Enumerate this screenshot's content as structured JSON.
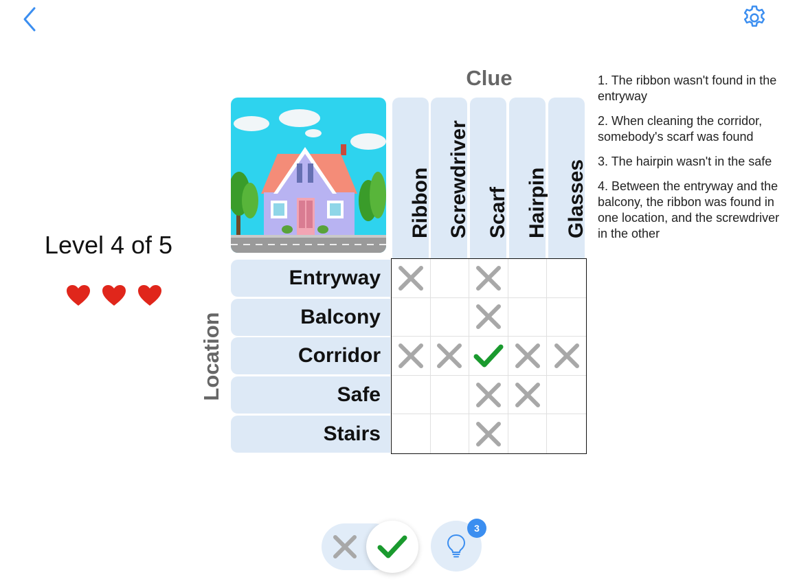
{
  "level": {
    "title": "Level 4 of 5",
    "lives": 3
  },
  "grid": {
    "column_header": "Clue",
    "row_header": "Location",
    "columns": [
      "Ribbon",
      "Screwdriver",
      "Scarf",
      "Hairpin",
      "Glasses"
    ],
    "rows": [
      "Entryway",
      "Balcony",
      "Corridor",
      "Safe",
      "Stairs"
    ],
    "cells": [
      [
        "x",
        "",
        "x",
        "",
        ""
      ],
      [
        "",
        "",
        "x",
        "",
        ""
      ],
      [
        "x",
        "x",
        "check",
        "x",
        "x"
      ],
      [
        "",
        "",
        "x",
        "x",
        ""
      ],
      [
        "",
        "",
        "x",
        "",
        ""
      ]
    ]
  },
  "clues": [
    "1. The ribbon wasn't found in the entryway",
    "2. When cleaning the corridor, somebody's scarf was found",
    "3. The hairpin wasn't in the safe",
    "4. Between the entryway and the balcony, the ribbon was found in one location, and the screwdriver in the other"
  ],
  "controls": {
    "mode_selected": "check",
    "hint_count": "3"
  },
  "icons": {
    "back": "chevron-left-icon",
    "settings": "gear-icon",
    "life": "heart-icon",
    "hint": "lightbulb-icon"
  },
  "colors": {
    "accent": "#3b8ef0",
    "header_bg": "#dde9f6",
    "check": "#1a9a2e",
    "cross": "#a8a8a8",
    "heart": "#e0261b"
  }
}
